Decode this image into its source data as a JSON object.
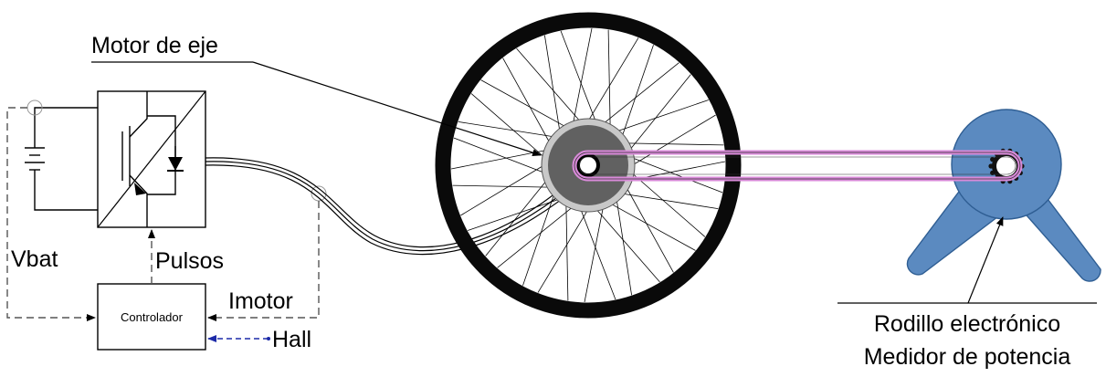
{
  "labels": {
    "motor": "Motor de eje",
    "vbat": "Vbat",
    "pulsos": "Pulsos",
    "imotor": "Imotor",
    "hall": "Hall",
    "controlador": "Controlador",
    "rodillo": "Rodillo electrónico",
    "medidor": "Medidor de potencia"
  },
  "colors": {
    "line": "#000000",
    "dashed": "#555555",
    "tire": "#0a0a0a",
    "hub_outer": "#c8c8c8",
    "hub_inner": "#616161",
    "roller_body": "#5b8ac0",
    "roller_edge": "#2f5e93",
    "belt": "#d98ad9",
    "hall_arrow": "#1c2aa8"
  }
}
